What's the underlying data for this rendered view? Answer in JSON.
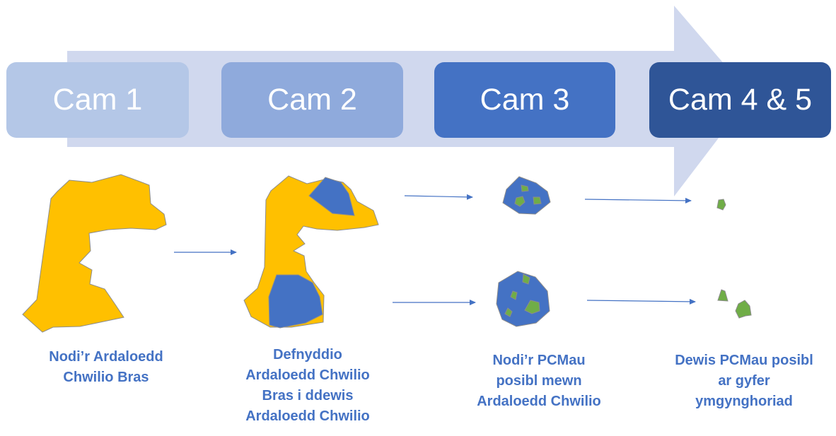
{
  "steps": [
    {
      "label": "Cam 1",
      "color": "#B4C7E7"
    },
    {
      "label": "Cam 2",
      "color": "#8FAADC"
    },
    {
      "label": "Cam 3",
      "color": "#4472C4"
    },
    {
      "label": "Cam 4 & 5",
      "color": "#2F5597"
    }
  ],
  "captions": [
    {
      "lines": [
        "Nodi’r Ardaloedd",
        "Chwilio Bras"
      ]
    },
    {
      "lines": [
        "Defnyddio",
        "Ardaloedd Chwilio",
        "Bras i ddewis",
        "Ardaloedd Chwilio"
      ]
    },
    {
      "lines": [
        "Nodi’r PCMau",
        "posibl mewn",
        "Ardaloedd Chwilio"
      ]
    },
    {
      "lines": [
        "Dewis PCMau posibl",
        "ar gyfer",
        "ymgynghoriad"
      ]
    }
  ],
  "colors": {
    "big_arrow": "#D0D8EE",
    "broad_area": "#FFC000",
    "search_area": "#4472C4",
    "candidate": "#70AD47",
    "caption_text": "#4472C4",
    "connector": "#4472C4"
  },
  "icons": [
    "big-process-arrow",
    "broad-search-area-shape",
    "search-area-shape",
    "candidate-area-shape",
    "connector-arrow"
  ]
}
